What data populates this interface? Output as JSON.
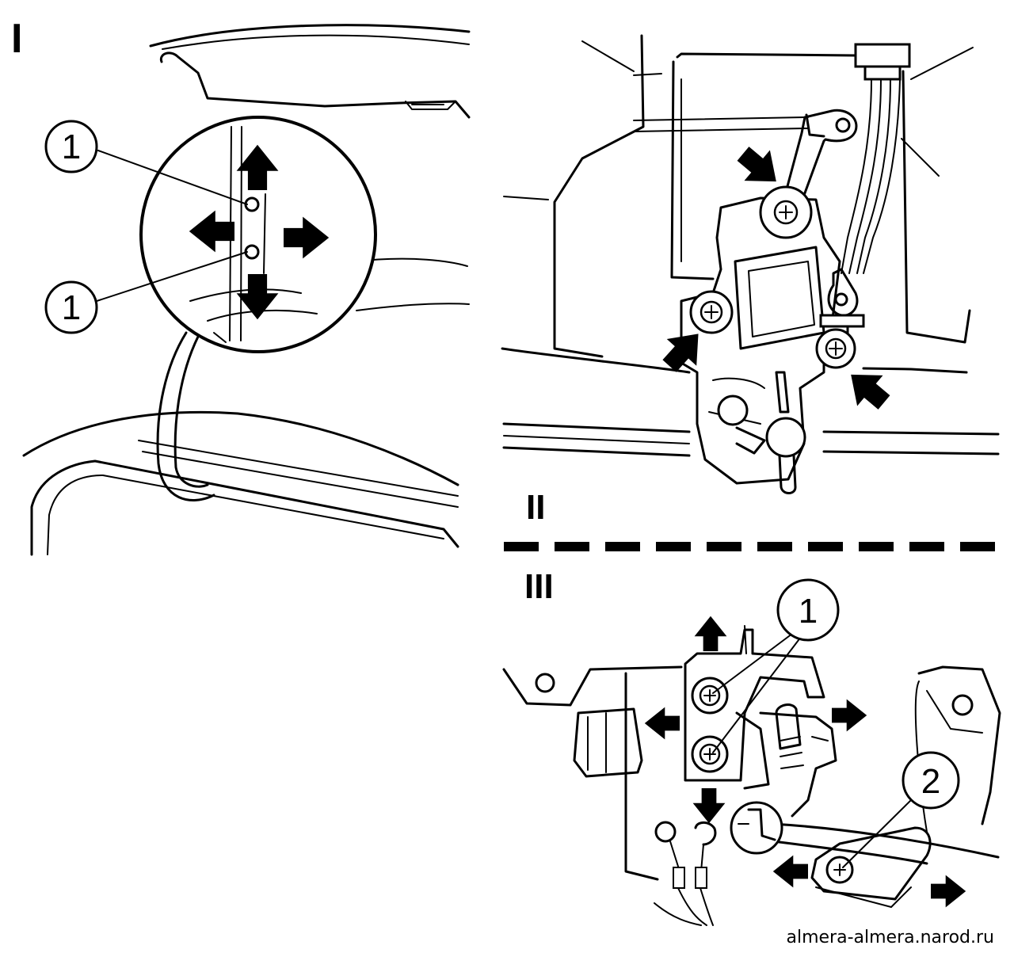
{
  "panels": {
    "p1": {
      "label": "I"
    },
    "p2": {
      "label": "II"
    },
    "p3": {
      "label": "III"
    }
  },
  "callouts": {
    "p1_top": "1",
    "p1_bottom": "1",
    "p3_a": "1",
    "p3_b": "2"
  },
  "watermark": "almera-almera.narod.ru",
  "colors": {
    "ink": "#000000",
    "paper": "#ffffff"
  }
}
